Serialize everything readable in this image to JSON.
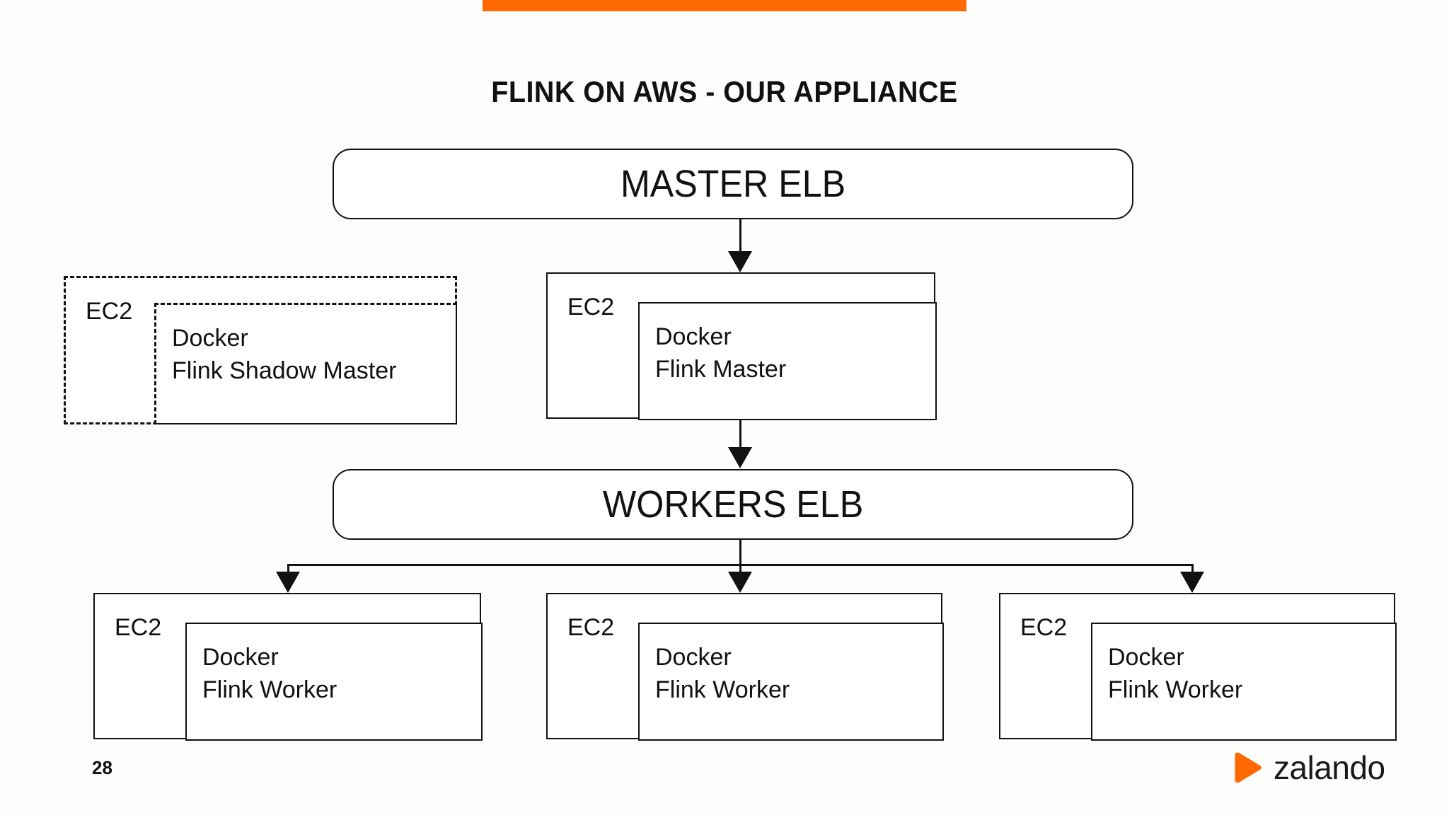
{
  "slide": {
    "title": "FLINK ON AWS - OUR APPLIANCE",
    "page_number": "28",
    "accent_color": "#ff6900",
    "background_color": "#fdfefb",
    "line_color": "#111111"
  },
  "brand": {
    "name": "zalando",
    "mark_icon": "zalando-play-triangle-icon",
    "mark_color": "#ff6900"
  },
  "diagram": {
    "load_balancers": [
      {
        "id": "master-elb",
        "label": "MASTER ELB"
      },
      {
        "id": "workers-elb",
        "label": "WORKERS ELB"
      }
    ],
    "hosts": [
      {
        "id": "ec2-shadow-master",
        "host_label": "EC2",
        "border_style": "dashed",
        "container": {
          "runtime": "Docker",
          "role": "Flink Shadow Master",
          "border_style": "mixed"
        }
      },
      {
        "id": "ec2-master",
        "host_label": "EC2",
        "border_style": "solid",
        "container": {
          "runtime": "Docker",
          "role": "Flink Master",
          "border_style": "solid"
        }
      },
      {
        "id": "ec2-worker-1",
        "host_label": "EC2",
        "border_style": "solid",
        "container": {
          "runtime": "Docker",
          "role": "Flink Worker",
          "border_style": "solid"
        }
      },
      {
        "id": "ec2-worker-2",
        "host_label": "EC2",
        "border_style": "solid",
        "container": {
          "runtime": "Docker",
          "role": "Flink Worker",
          "border_style": "solid"
        }
      },
      {
        "id": "ec2-worker-3",
        "host_label": "EC2",
        "border_style": "solid",
        "container": {
          "runtime": "Docker",
          "role": "Flink Worker",
          "border_style": "solid"
        }
      }
    ],
    "connections": [
      {
        "from": "master-elb",
        "to": "ec2-master",
        "style": "arrow-down"
      },
      {
        "from": "ec2-master",
        "to": "workers-elb",
        "style": "arrow-down"
      },
      {
        "from": "workers-elb",
        "to": "ec2-worker-1",
        "style": "arrow-down-fanout"
      },
      {
        "from": "workers-elb",
        "to": "ec2-worker-2",
        "style": "arrow-down-fanout"
      },
      {
        "from": "workers-elb",
        "to": "ec2-worker-3",
        "style": "arrow-down-fanout"
      }
    ]
  }
}
